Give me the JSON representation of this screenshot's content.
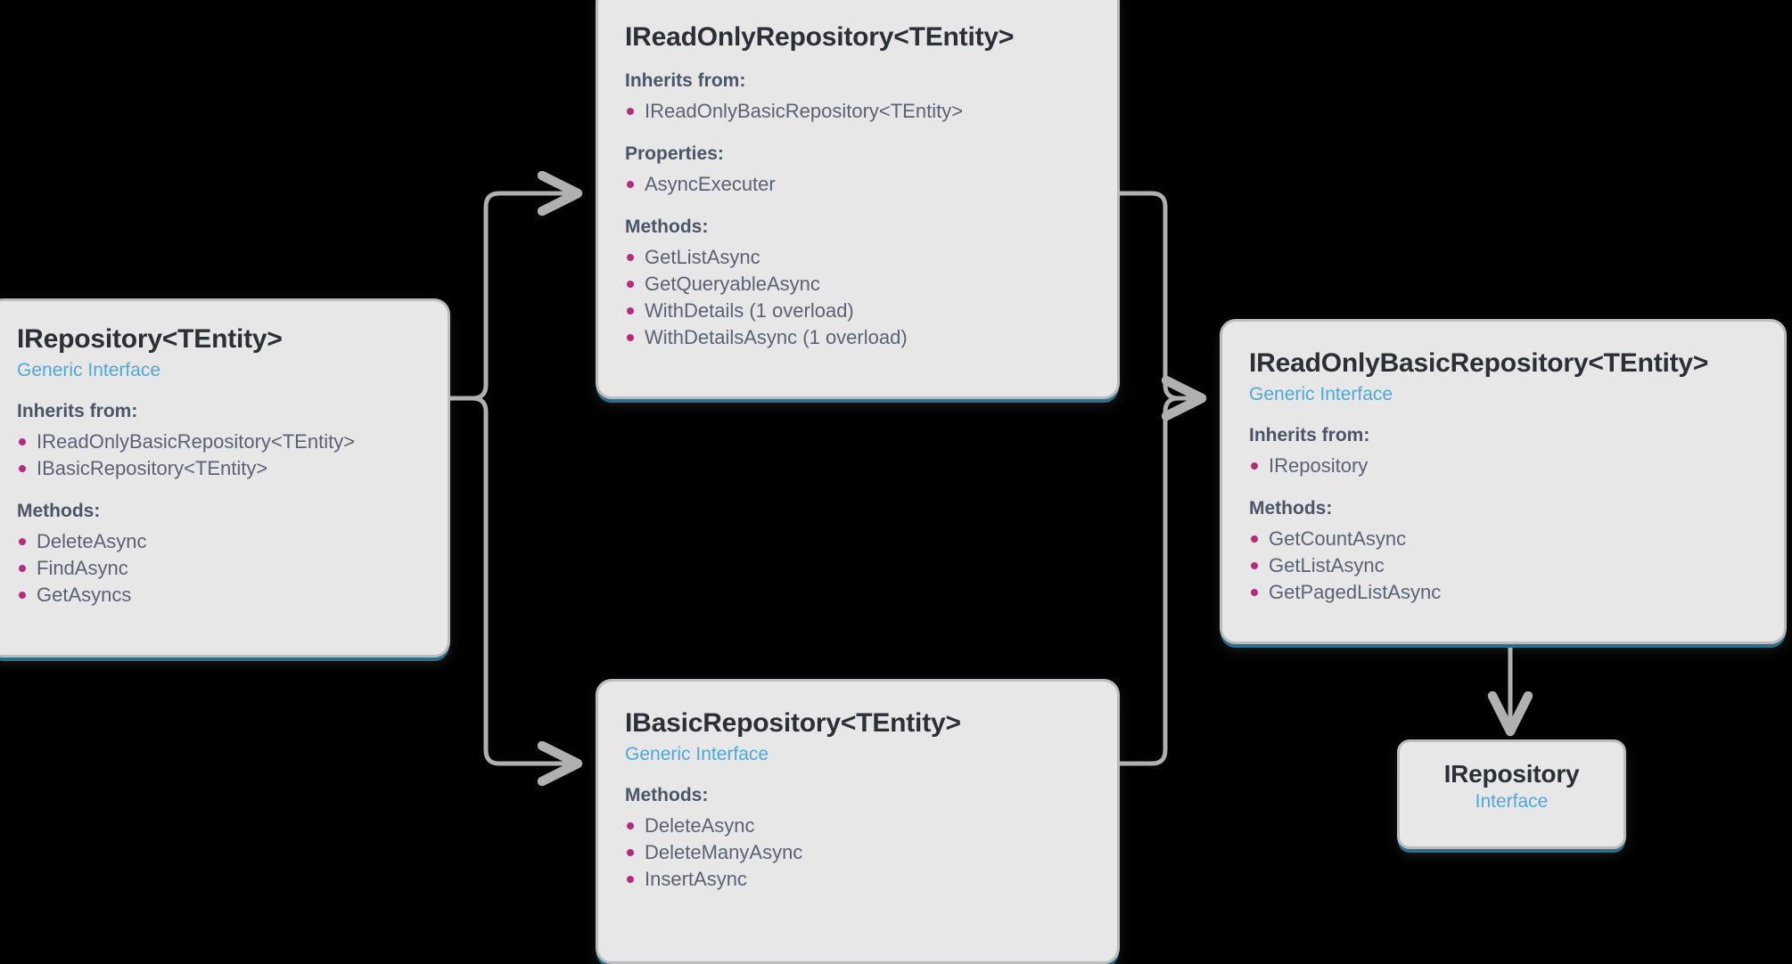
{
  "diagram": {
    "type": "class-inheritance-diagram",
    "background_color": "#000000",
    "card_background": "#e7e7e8",
    "title_color": "#2b2f36",
    "subtitle_color": "#4fa8d8",
    "section_heading_color": "#4a5568",
    "item_text_color": "#5a6276",
    "bullet_color": "#b92a7e",
    "connector_color": "#b0b0b0"
  },
  "labels": {
    "inherits_from": "Inherits from:",
    "properties": "Properties:",
    "methods": "Methods:"
  },
  "cards": {
    "irepository_generic": {
      "title": "IRepository<TEntity>",
      "subtitle": "Generic Interface",
      "inherits_head": "Inherits from:",
      "inherits": [
        "IReadOnlyBasicRepository<TEntity>",
        "IBasicRepository<TEntity>"
      ],
      "methods_head": "Methods:",
      "methods": [
        "DeleteAsync",
        "FindAsync",
        "GetAsyncs"
      ]
    },
    "ireadonlyrepository": {
      "title": "IReadOnlyRepository<TEntity>",
      "inherits_head": "Inherits from:",
      "inherits": [
        "IReadOnlyBasicRepository<TEntity>"
      ],
      "properties_head": "Properties:",
      "properties": [
        "AsyncExecuter"
      ],
      "methods_head": "Methods:",
      "methods": [
        "GetListAsync",
        "GetQueryableAsync",
        "WithDetails (1 overload)",
        "WithDetailsAsync (1 overload)"
      ]
    },
    "ibasicrepository": {
      "title": "IBasicRepository<TEntity>",
      "subtitle": "Generic Interface",
      "methods_head": "Methods:",
      "methods": [
        "DeleteAsync",
        "DeleteManyAsync",
        "InsertAsync"
      ]
    },
    "ireadonlybasicrepository": {
      "title": "IReadOnlyBasicRepository<TEntity>",
      "subtitle": "Generic Interface",
      "inherits_head": "Inherits from:",
      "inherits": [
        "IRepository"
      ],
      "methods_head": "Methods:",
      "methods": [
        "GetCountAsync",
        "GetListAsync",
        "GetPagedListAsync"
      ]
    },
    "irepository_simple": {
      "title": "IRepository",
      "subtitle": "Interface"
    }
  },
  "connectors": [
    {
      "from": "irepository_generic",
      "to": "ireadonlyrepository"
    },
    {
      "from": "irepository_generic",
      "to": "ibasicrepository"
    },
    {
      "from": "ireadonlyrepository",
      "to": "ireadonlybasicrepository"
    },
    {
      "from": "ibasicrepository",
      "to": "ireadonlybasicrepository"
    },
    {
      "from": "ireadonlybasicrepository",
      "to": "irepository_simple"
    }
  ]
}
